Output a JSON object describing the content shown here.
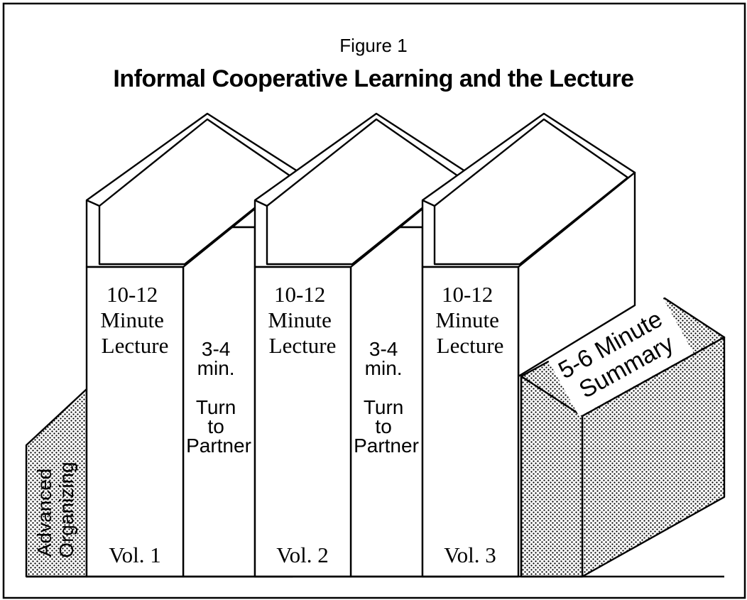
{
  "figure": {
    "label": "Figure 1",
    "title": "Informal Cooperative Learning and the Lecture"
  },
  "advanced": {
    "line1": "Advanced",
    "line2": "Organizing"
  },
  "books": [
    {
      "line1": "10-12",
      "line2": "Minute",
      "line3": "Lecture",
      "volume": "Vol. 1"
    },
    {
      "line1": "10-12",
      "line2": "Minute",
      "line3": "Lecture",
      "volume": "Vol. 2"
    },
    {
      "line1": "10-12",
      "line2": "Minute",
      "line3": "Lecture",
      "volume": "Vol. 3"
    }
  ],
  "partners": [
    {
      "line1": "3-4",
      "line2": "min.",
      "line3": "Turn",
      "line4": "to",
      "line5": "Partner"
    },
    {
      "line1": "3-4",
      "line2": "min.",
      "line3": "Turn",
      "line4": "to",
      "line5": "Partner"
    }
  ],
  "summary": {
    "line1": "5-6 Minute",
    "line2": "Summary"
  }
}
